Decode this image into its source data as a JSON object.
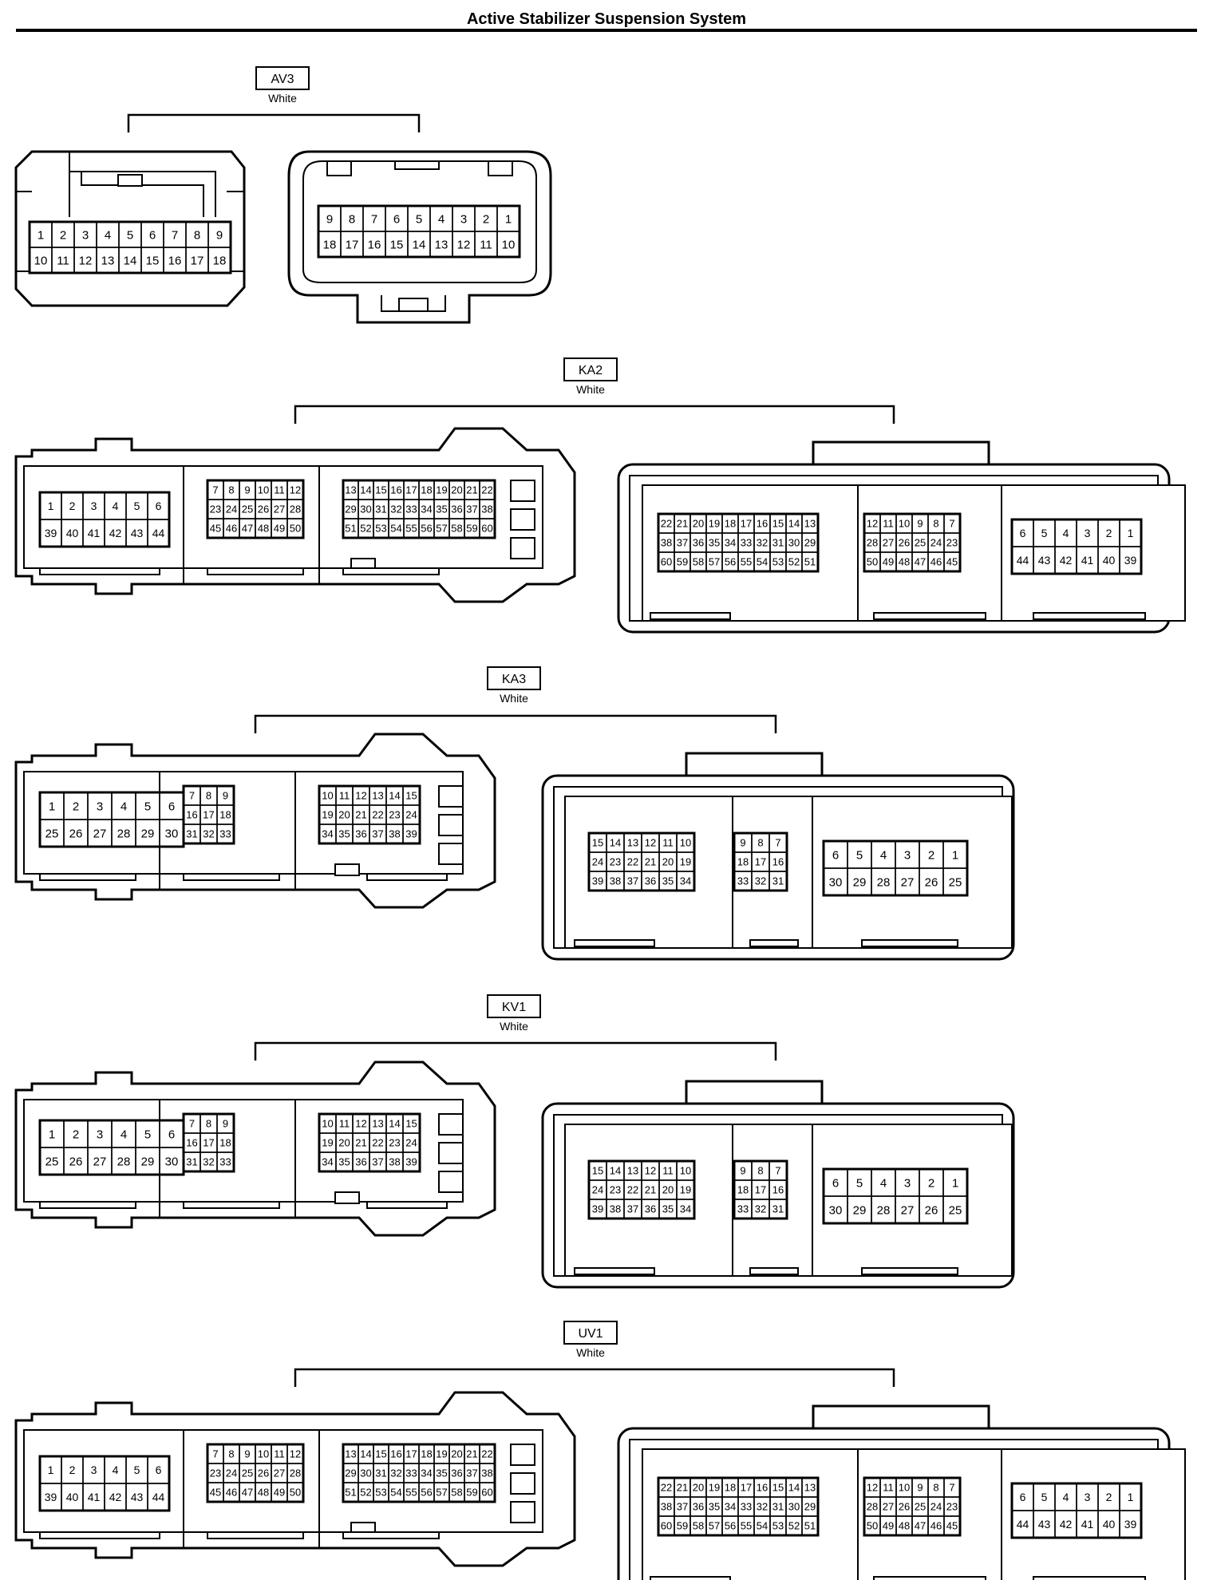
{
  "title": "Active Stabilizer Suspension System",
  "connectors": [
    {
      "id": "AV3",
      "color_label": "White",
      "male": {
        "rows": [
          [
            "1",
            "2",
            "3",
            "4",
            "5",
            "6",
            "7",
            "8",
            "9"
          ],
          [
            "10",
            "11",
            "12",
            "13",
            "14",
            "15",
            "16",
            "17",
            "18"
          ]
        ]
      },
      "female": {
        "rows": [
          [
            "9",
            "8",
            "7",
            "6",
            "5",
            "4",
            "3",
            "2",
            "1"
          ],
          [
            "18",
            "17",
            "16",
            "15",
            "14",
            "13",
            "12",
            "11",
            "10"
          ]
        ]
      }
    },
    {
      "id": "KA2",
      "color_label": "White",
      "male": {
        "blocks": [
          [
            [
              "1",
              "2",
              "3",
              "4",
              "5",
              "6"
            ],
            [
              "39",
              "40",
              "41",
              "42",
              "43",
              "44"
            ]
          ],
          [
            [
              "7",
              "8",
              "9",
              "10",
              "11",
              "12"
            ],
            [
              "23",
              "24",
              "25",
              "26",
              "27",
              "28"
            ],
            [
              "45",
              "46",
              "47",
              "48",
              "49",
              "50"
            ]
          ],
          [
            [
              "13",
              "14",
              "15",
              "16",
              "17",
              "18",
              "19",
              "20",
              "21",
              "22"
            ],
            [
              "29",
              "30",
              "31",
              "32",
              "33",
              "34",
              "35",
              "36",
              "37",
              "38"
            ],
            [
              "51",
              "52",
              "53",
              "54",
              "55",
              "56",
              "57",
              "58",
              "59",
              "60"
            ]
          ]
        ]
      },
      "female": {
        "blocks": [
          [
            [
              "22",
              "21",
              "20",
              "19",
              "18",
              "17",
              "16",
              "15",
              "14",
              "13"
            ],
            [
              "38",
              "37",
              "36",
              "35",
              "34",
              "33",
              "32",
              "31",
              "30",
              "29"
            ],
            [
              "60",
              "59",
              "58",
              "57",
              "56",
              "55",
              "54",
              "53",
              "52",
              "51"
            ]
          ],
          [
            [
              "12",
              "11",
              "10",
              "9",
              "8",
              "7"
            ],
            [
              "28",
              "27",
              "26",
              "25",
              "24",
              "23"
            ],
            [
              "50",
              "49",
              "48",
              "47",
              "46",
              "45"
            ]
          ],
          [
            [
              "6",
              "5",
              "4",
              "3",
              "2",
              "1"
            ],
            [
              "44",
              "43",
              "42",
              "41",
              "40",
              "39"
            ]
          ]
        ]
      }
    },
    {
      "id": "KA3",
      "color_label": "White",
      "male": {
        "blocks": [
          [
            [
              "1",
              "2",
              "3",
              "4",
              "5",
              "6"
            ],
            [
              "25",
              "26",
              "27",
              "28",
              "29",
              "30"
            ]
          ],
          [
            [
              "7",
              "8",
              "9"
            ],
            [
              "16",
              "17",
              "18"
            ],
            [
              "31",
              "32",
              "33"
            ]
          ],
          [
            [
              "10",
              "11",
              "12",
              "13",
              "14",
              "15"
            ],
            [
              "19",
              "20",
              "21",
              "22",
              "23",
              "24"
            ],
            [
              "34",
              "35",
              "36",
              "37",
              "38",
              "39"
            ]
          ]
        ]
      },
      "female": {
        "blocks": [
          [
            [
              "15",
              "14",
              "13",
              "12",
              "11",
              "10"
            ],
            [
              "24",
              "23",
              "22",
              "21",
              "20",
              "19"
            ],
            [
              "39",
              "38",
              "37",
              "36",
              "35",
              "34"
            ]
          ],
          [
            [
              "9",
              "8",
              "7"
            ],
            [
              "18",
              "17",
              "16"
            ],
            [
              "33",
              "32",
              "31"
            ]
          ],
          [
            [
              "6",
              "5",
              "4",
              "3",
              "2",
              "1"
            ],
            [
              "30",
              "29",
              "28",
              "27",
              "26",
              "25"
            ]
          ]
        ]
      }
    },
    {
      "id": "KV1",
      "color_label": "White",
      "male": {
        "blocks": [
          [
            [
              "1",
              "2",
              "3",
              "4",
              "5",
              "6"
            ],
            [
              "25",
              "26",
              "27",
              "28",
              "29",
              "30"
            ]
          ],
          [
            [
              "7",
              "8",
              "9"
            ],
            [
              "16",
              "17",
              "18"
            ],
            [
              "31",
              "32",
              "33"
            ]
          ],
          [
            [
              "10",
              "11",
              "12",
              "13",
              "14",
              "15"
            ],
            [
              "19",
              "20",
              "21",
              "22",
              "23",
              "24"
            ],
            [
              "34",
              "35",
              "36",
              "37",
              "38",
              "39"
            ]
          ]
        ]
      },
      "female": {
        "blocks": [
          [
            [
              "15",
              "14",
              "13",
              "12",
              "11",
              "10"
            ],
            [
              "24",
              "23",
              "22",
              "21",
              "20",
              "19"
            ],
            [
              "39",
              "38",
              "37",
              "36",
              "35",
              "34"
            ]
          ],
          [
            [
              "9",
              "8",
              "7"
            ],
            [
              "18",
              "17",
              "16"
            ],
            [
              "33",
              "32",
              "31"
            ]
          ],
          [
            [
              "6",
              "5",
              "4",
              "3",
              "2",
              "1"
            ],
            [
              "30",
              "29",
              "28",
              "27",
              "26",
              "25"
            ]
          ]
        ]
      }
    },
    {
      "id": "UV1",
      "color_label": "White",
      "male": {
        "blocks": [
          [
            [
              "1",
              "2",
              "3",
              "4",
              "5",
              "6"
            ],
            [
              "39",
              "40",
              "41",
              "42",
              "43",
              "44"
            ]
          ],
          [
            [
              "7",
              "8",
              "9",
              "10",
              "11",
              "12"
            ],
            [
              "23",
              "24",
              "25",
              "26",
              "27",
              "28"
            ],
            [
              "45",
              "46",
              "47",
              "48",
              "49",
              "50"
            ]
          ],
          [
            [
              "13",
              "14",
              "15",
              "16",
              "17",
              "18",
              "19",
              "20",
              "21",
              "22"
            ],
            [
              "29",
              "30",
              "31",
              "32",
              "33",
              "34",
              "35",
              "36",
              "37",
              "38"
            ],
            [
              "51",
              "52",
              "53",
              "54",
              "55",
              "56",
              "57",
              "58",
              "59",
              "60"
            ]
          ]
        ]
      },
      "female": {
        "blocks": [
          [
            [
              "22",
              "21",
              "20",
              "19",
              "18",
              "17",
              "16",
              "15",
              "14",
              "13"
            ],
            [
              "38",
              "37",
              "36",
              "35",
              "34",
              "33",
              "32",
              "31",
              "30",
              "29"
            ],
            [
              "60",
              "59",
              "58",
              "57",
              "56",
              "55",
              "54",
              "53",
              "52",
              "51"
            ]
          ],
          [
            [
              "12",
              "11",
              "10",
              "9",
              "8",
              "7"
            ],
            [
              "28",
              "27",
              "26",
              "25",
              "24",
              "23"
            ],
            [
              "50",
              "49",
              "48",
              "47",
              "46",
              "45"
            ]
          ],
          [
            [
              "6",
              "5",
              "4",
              "3",
              "2",
              "1"
            ],
            [
              "44",
              "43",
              "42",
              "41",
              "40",
              "39"
            ]
          ]
        ]
      }
    }
  ]
}
